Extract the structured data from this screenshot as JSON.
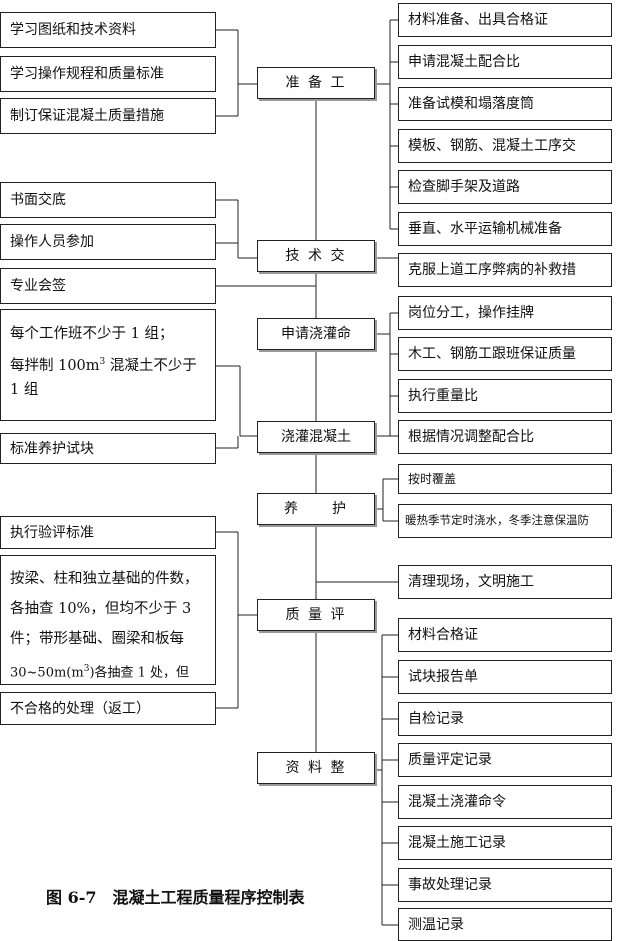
{
  "stages": [
    "准 备 工",
    "技 术 交",
    "申请浇灌命",
    "浇灌混凝土",
    "养　　护",
    "质 量 评",
    "资 料 整"
  ],
  "left_notes": [
    "学习图纸和技术资料",
    "学习操作规程和质量标准",
    "制订保证混凝土质量措施",
    "书面交底",
    "操作人员参加",
    "专业会签",
    "标准养护试块",
    "执行验评标准",
    "不合格的处理（返工）"
  ],
  "left_multi_1": {
    "line1": "每个工作班不少于 1 组；",
    "line2_pre": "每拌制 100m",
    "line2_sup": "3",
    "line2_post": " 混凝土不少于",
    "line3": "1 组"
  },
  "left_multi_2": {
    "line1": "按梁、柱和独立基础的件数，",
    "line2": "各抽查 10%，但均不少于 3",
    "line3": "件；带形基础、圈梁和板每",
    "line4_pre": "30~50m(m",
    "line4_sup": "3",
    "line4_post": ")各抽查 1 处，但"
  },
  "right_notes": [
    "材料准备、出具合格证",
    "申请混凝土配合比",
    "准备试模和塌落度筒",
    "模板、钢筋、混凝土工序交",
    "检查脚手架及道路",
    "垂直、水平运输机械准备",
    "克服上道工序弊病的补救措",
    "岗位分工，操作挂牌",
    "木工、钢筋工跟班保证质量",
    "执行重量比",
    "根据情况调整配合比",
    "按时覆盖",
    "暖热季节定时浇水，冬季注意保温防",
    "清理现场，文明施工",
    "材料合格证",
    "试块报告单",
    "自检记录",
    "质量评定记录",
    "混凝土浇灌命令",
    "混凝土施工记录",
    "事故处理记录",
    "测温记录"
  ],
  "caption": "图 6-7　混凝土工程质量程序控制表"
}
